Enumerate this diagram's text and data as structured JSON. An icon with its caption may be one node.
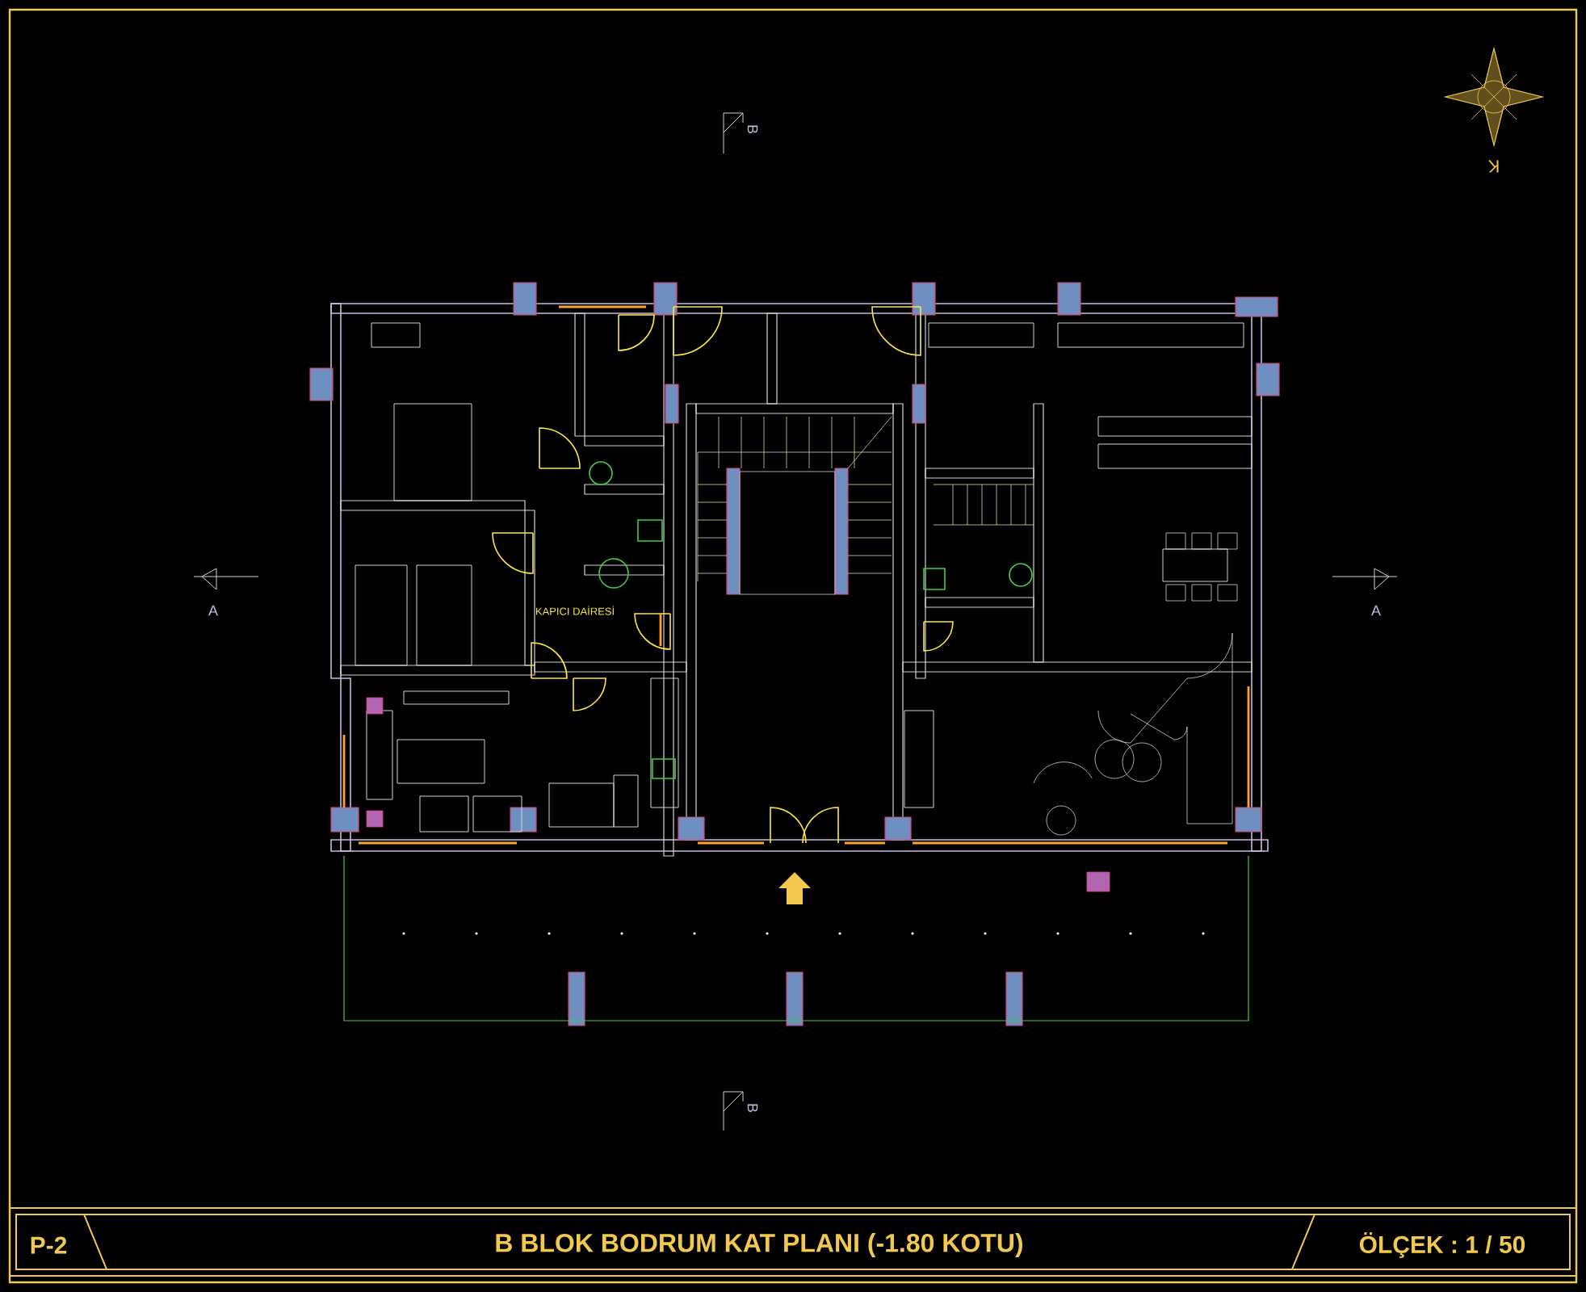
{
  "diagram": {
    "title": "B  BLOK  BODRUM  KAT  PLANI  (-1.80 KOTU)",
    "labels": [
      "K",
      "B",
      "A",
      "A",
      "KAPICI DAİRESİ",
      "B",
      "P-2",
      "ÖLÇEK : 1 / 50"
    ]
  }
}
